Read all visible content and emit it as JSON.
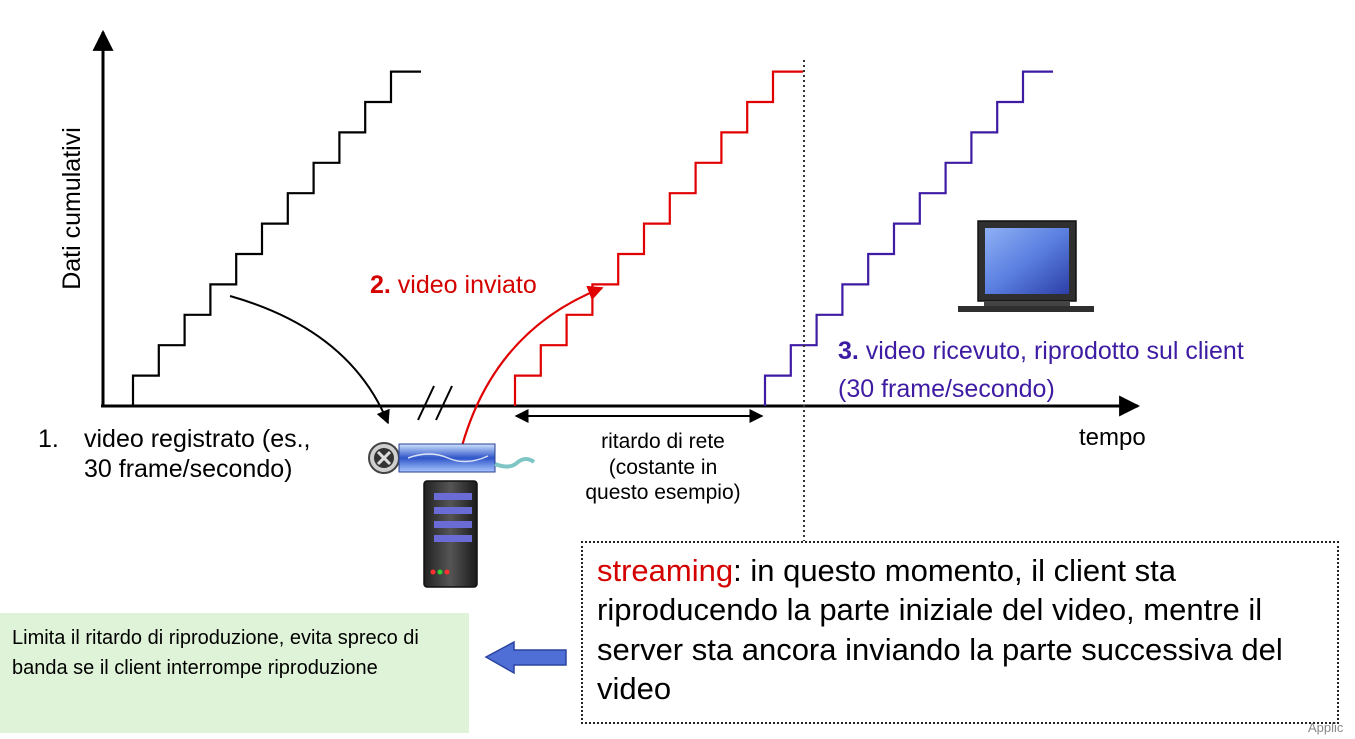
{
  "diagram": {
    "y_axis_label": "Dati cumulativi",
    "x_axis_label": "tempo",
    "step1": {
      "number": "1.",
      "line1": "video registrato (es.,",
      "line2": "30 frame/secondo)"
    },
    "step2": {
      "number": "2.",
      "text": " video inviato",
      "color": "#d40000"
    },
    "step3": {
      "number": "3.",
      "text": " video ricevuto, riprodotto sul client",
      "sub": "(30 frame/secondo)",
      "color": "#3e1ba3"
    },
    "delay_label": {
      "line1": "ritardo di rete",
      "line2": "(costante in",
      "line3": "questo esempio)"
    },
    "streaming_box": {
      "keyword": "streaming",
      "rest": ": in questo momento, il client sta riproducendo la parte iniziale del video, mentre il server sta ancora inviando la parte successiva del video"
    },
    "green_box": "Limita il ritardo di riproduzione, evita spreco di banda se il client interrompe riproduzione",
    "footer": "Applic",
    "colors": {
      "recorded": "#000000",
      "sent": "#e00000",
      "received": "#3e1ba3",
      "arrow_fill": "#4f6fd6",
      "box_bg": "#dff3d8"
    },
    "icons": [
      "video-reel-icon",
      "server-icon",
      "monitor-icon",
      "left-arrow-icon"
    ]
  }
}
